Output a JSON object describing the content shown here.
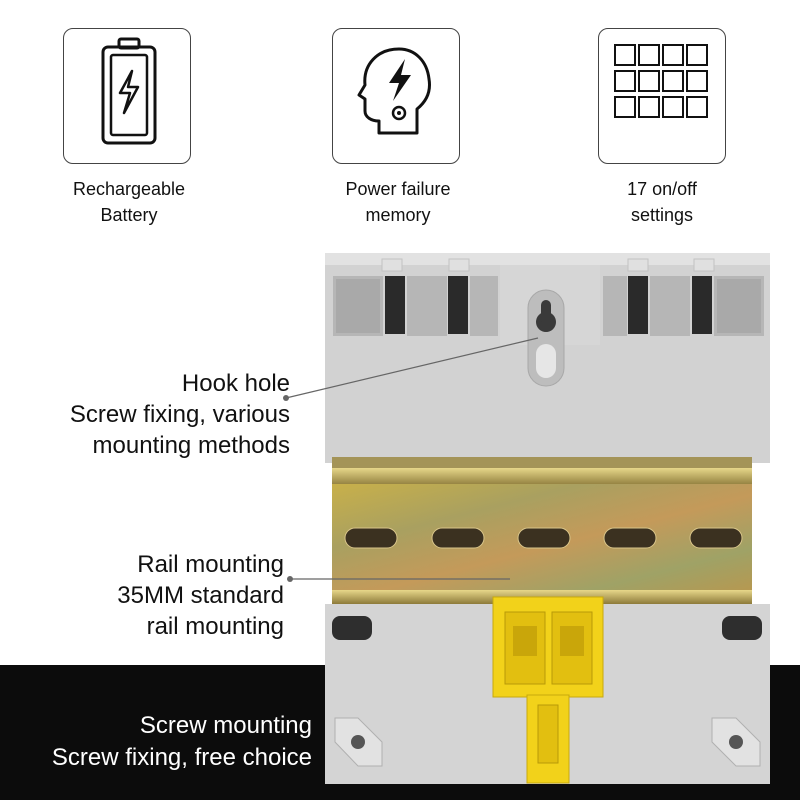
{
  "features": [
    {
      "icon": "battery-icon",
      "label_line1": "Rechargeable",
      "label_line2": "Battery"
    },
    {
      "icon": "head-lightning-icon",
      "label_line1": "Power failure",
      "label_line2": "memory"
    },
    {
      "icon": "grid-icon",
      "label_line1": "17 on/off",
      "label_line2": "settings"
    }
  ],
  "callouts": {
    "hook": {
      "line1": "Hook hole",
      "line2": "Screw fixing, various",
      "line3": "mounting methods"
    },
    "rail": {
      "line1": "Rail mounting",
      "line2": "35MM standard",
      "line3": "rail mounting"
    },
    "screw": {
      "line1": "Screw mounting",
      "line2": "Screw fixing, free choice"
    }
  },
  "colors": {
    "housing": "#d3d3d3",
    "clip": "#f2d21a",
    "rail": "#b9a04a",
    "band": "#0c0c0c"
  }
}
